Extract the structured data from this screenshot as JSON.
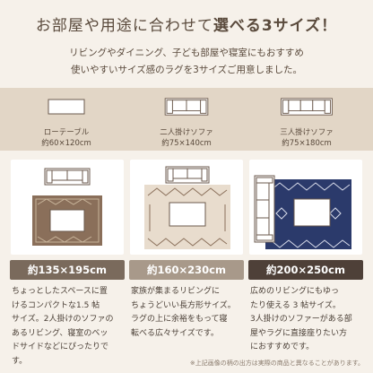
{
  "header": {
    "title_prefix": "お部屋や用途に合わせて",
    "title_emphasis": "選べる3サイズ！",
    "intro_line1": "リビングやダイニング、子ども部屋や寝室にもおすすめ",
    "intro_line2": "使いやすいサイズ感のラグを3サイズご用意しました。"
  },
  "sizes": [
    {
      "label": "ローテーブル",
      "dims": "約60×120cm"
    },
    {
      "label": "二人掛けソファ",
      "dims": "約75×140cm"
    },
    {
      "label": "三人掛けソファ",
      "dims": "約75×180cm"
    }
  ],
  "options": [
    {
      "size": "約135×195cm",
      "chip_color": "#7a6a5c",
      "desc": [
        "ちょっとしたスペースに置",
        "けるコンパクトな1.5 帖",
        "サイズ。2人掛けのソファの",
        "あるリビング、寝室のベッ",
        "ドサイドなどにぴったりで",
        "す。"
      ]
    },
    {
      "size": "約160×230cm",
      "chip_color": "#a8998a",
      "desc": [
        "家族が集まるリビングに",
        "ちょうどいい長方形サイズ。",
        "ラグの上に余裕をもって寝",
        "転べる広々サイズです。"
      ]
    },
    {
      "size": "約200×250cm",
      "chip_color": "#4e4038",
      "desc": [
        "広めのリビングにもゆっ",
        "たり使える 3 帖サイズ。",
        "3人掛けのソファーがある部",
        "屋やラグに直接座りたい方",
        "におすすめです。"
      ]
    }
  ],
  "footnote": "※上記画像の柄の出方は実際の商品と異なることがあります。"
}
